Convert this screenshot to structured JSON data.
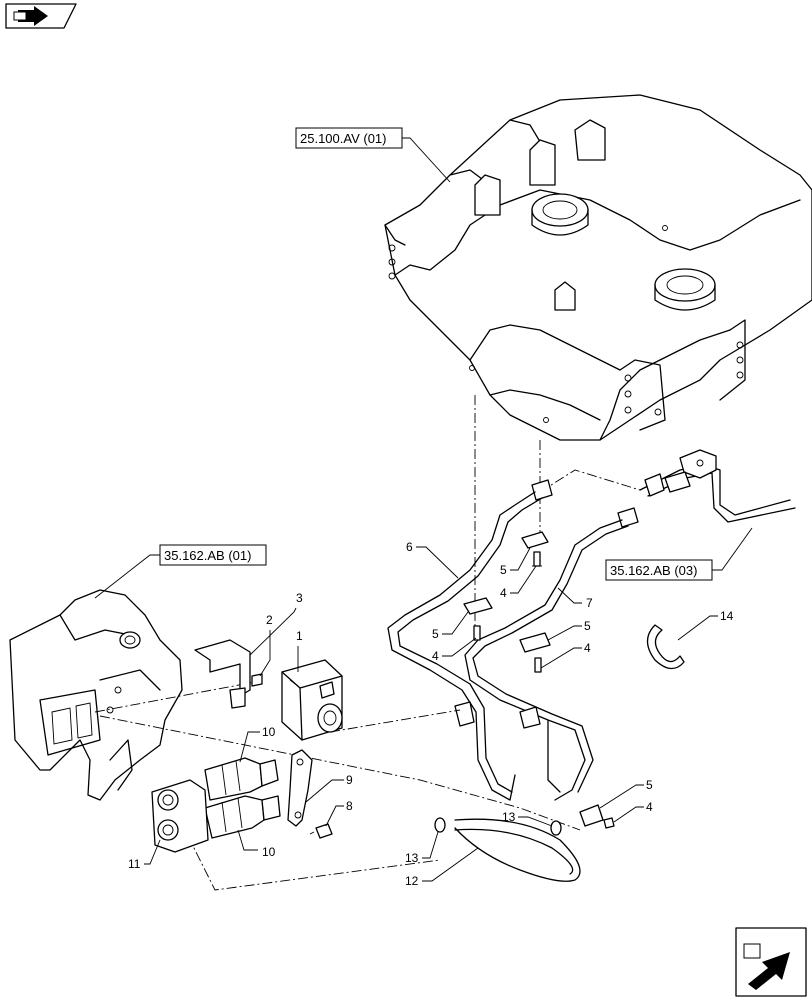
{
  "references": {
    "frame": "25.100.AV (01)",
    "left_assembly": "35.162.AB (01)",
    "right_pipe": "35.162.AB (03)"
  },
  "callouts": {
    "c1": "1",
    "c2": "2",
    "c3": "3",
    "c4a": "4",
    "c4b": "4",
    "c4c": "4",
    "c4d": "4",
    "c5a": "5",
    "c5b": "5",
    "c5c": "5",
    "c5d": "5",
    "c6": "6",
    "c7": "7",
    "c8": "8",
    "c9": "9",
    "c10a": "10",
    "c10b": "10",
    "c11": "11",
    "c12": "12",
    "c13a": "13",
    "c13b": "13",
    "c14": "14"
  },
  "icons": {
    "top_left": "previous-page-icon",
    "bottom_right": "next-page-icon"
  }
}
